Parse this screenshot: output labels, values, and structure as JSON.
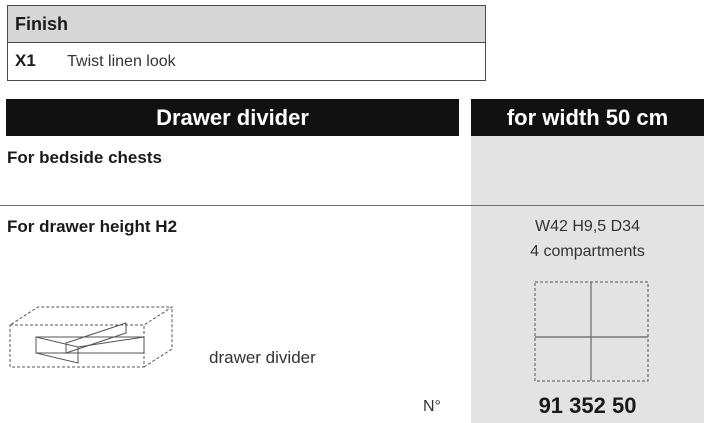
{
  "finish": {
    "heading": "Finish",
    "code": "X1",
    "name": "Twist linen look"
  },
  "band": {
    "left_title": "Drawer divider",
    "right_title": "for width 50 cm"
  },
  "sections": {
    "bedside": "For bedside chests",
    "drawer_height": "For drawer height H2"
  },
  "product": {
    "dimensions": "W42 H9,5 D34",
    "compartments": "4 compartments",
    "item_label": "drawer divider",
    "number_label": "N°",
    "article_number": "91 352 50"
  },
  "colors": {
    "band": "#111111",
    "column": "#e3e3e3",
    "finish_head": "#d6d6d6"
  }
}
